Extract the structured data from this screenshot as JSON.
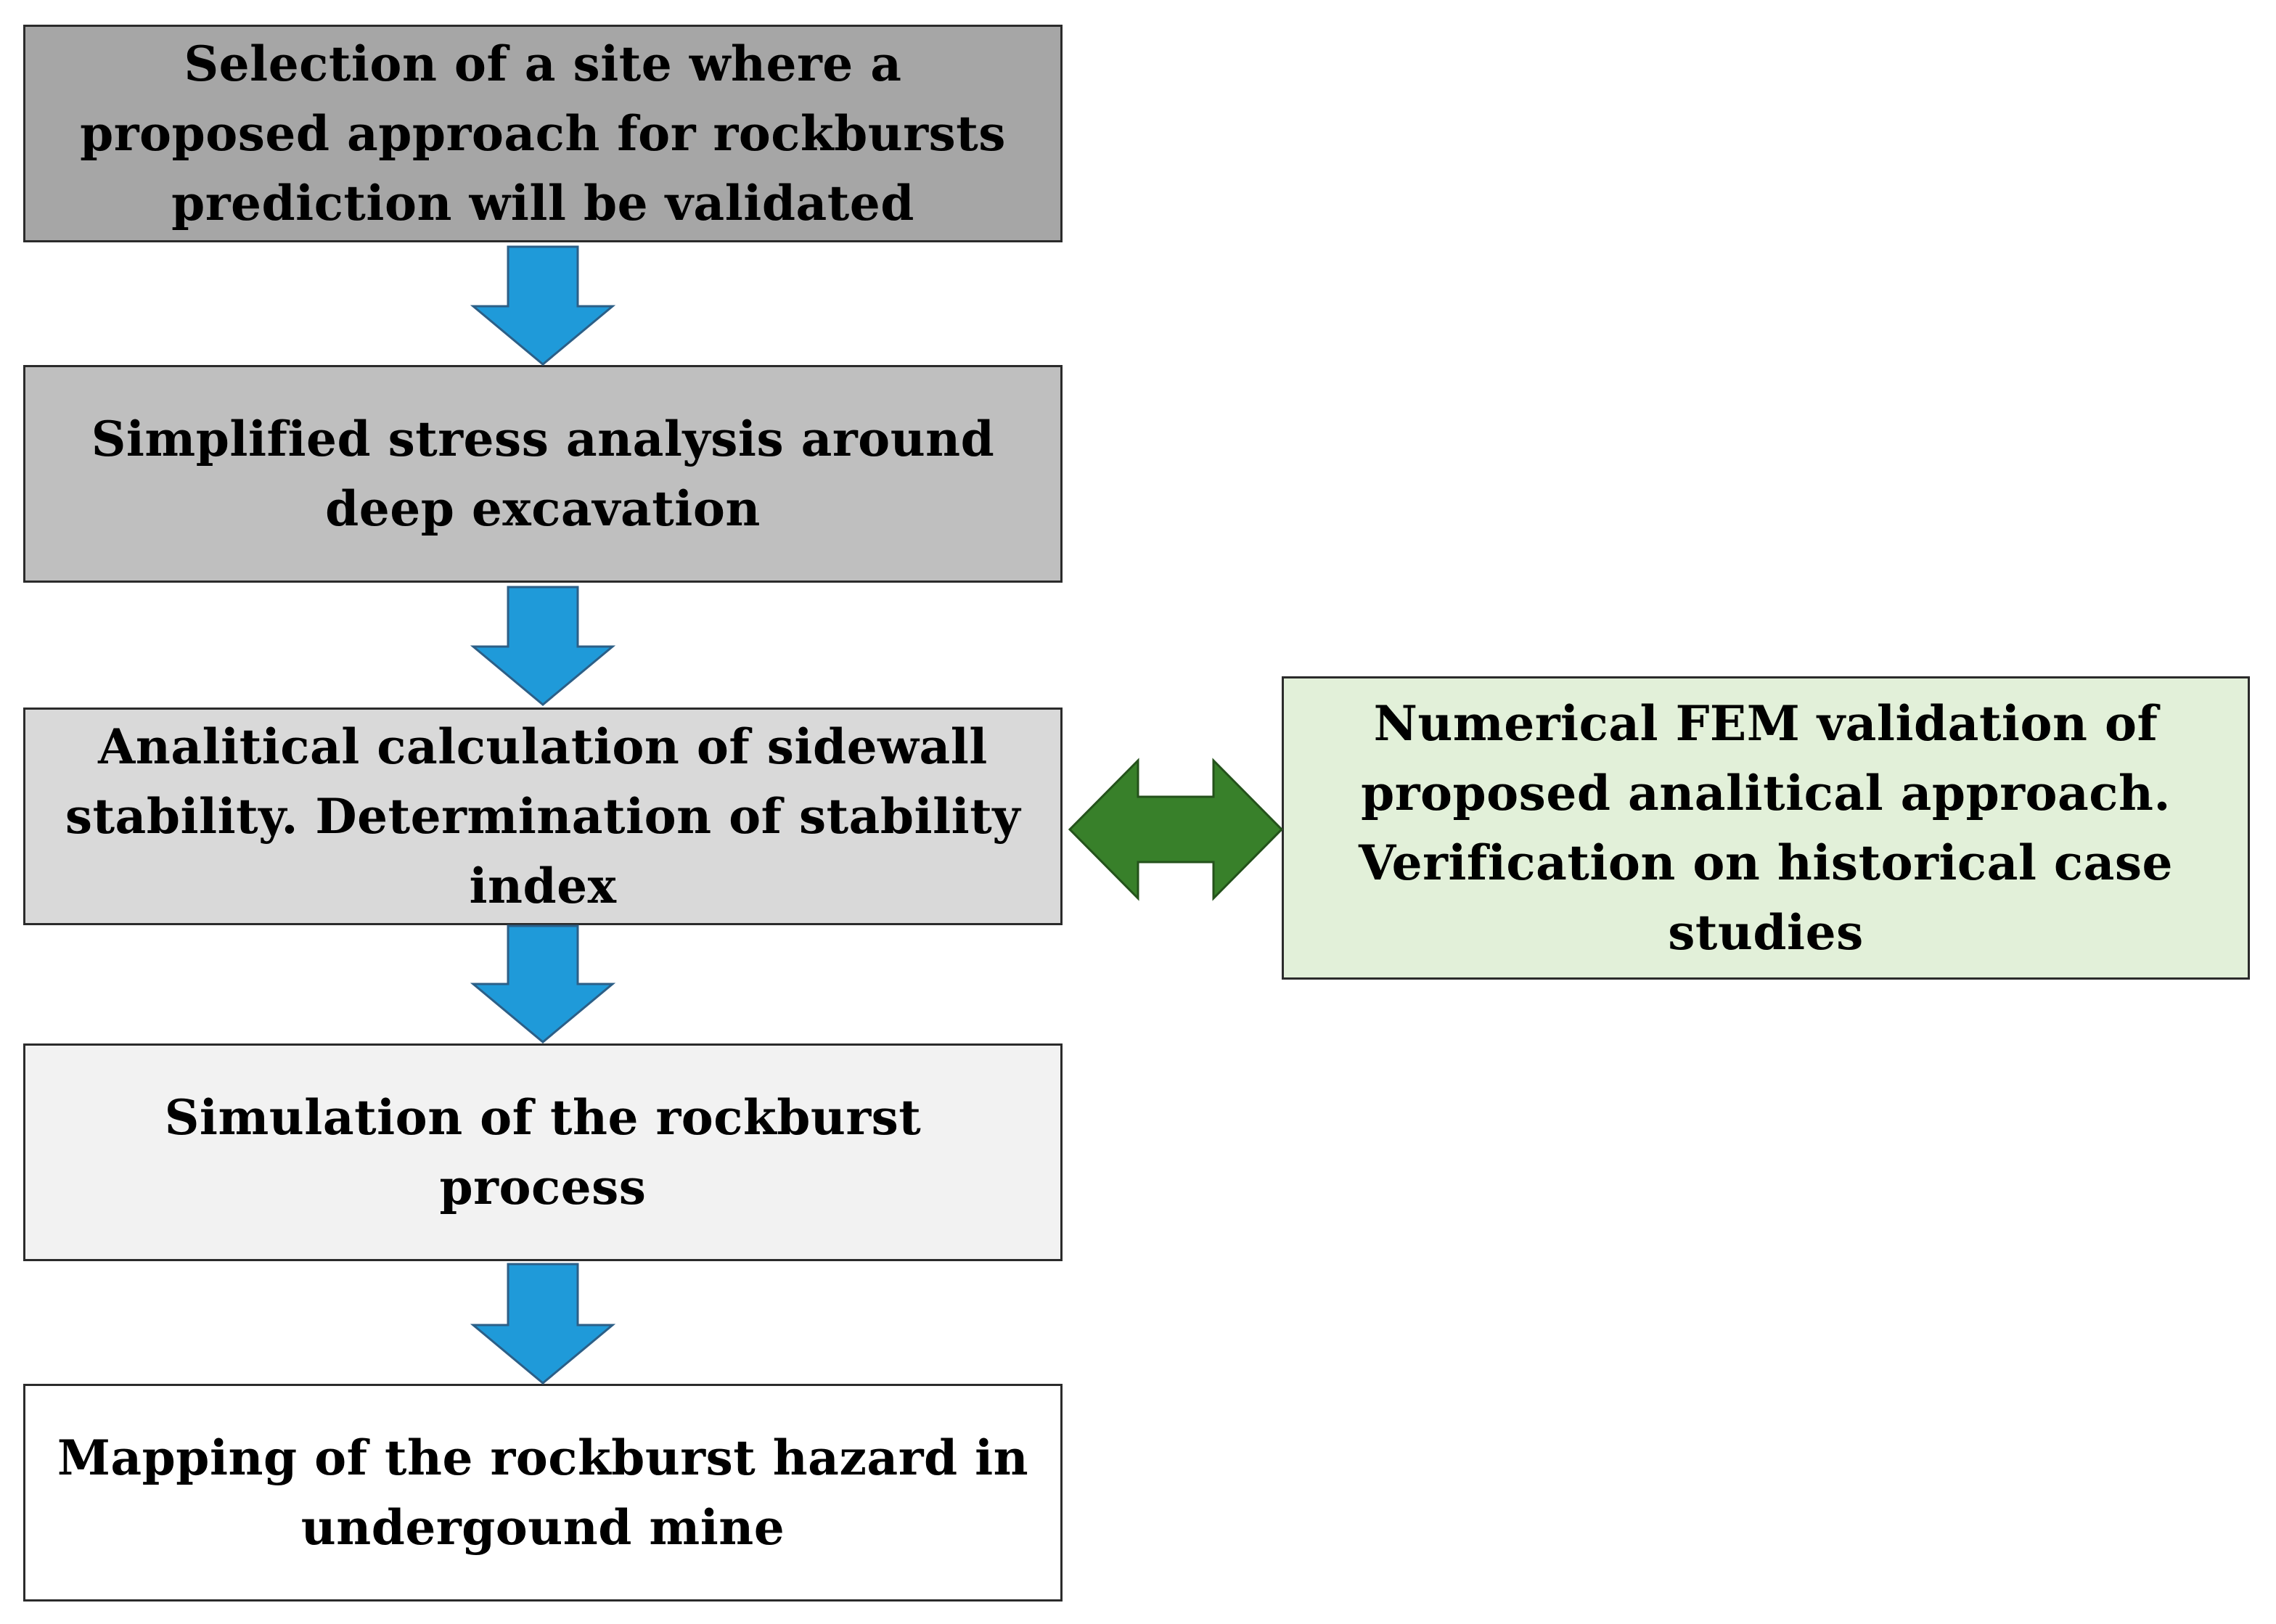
{
  "flowchart": {
    "steps": [
      {
        "label": "Selection of a site where a proposed approach for rockbursts prediction will be validated",
        "fill": "#a6a6a6"
      },
      {
        "label": "Simplified stress analysis around deep excavation",
        "fill": "#bfbfbf"
      },
      {
        "label": "Analitical calculation of sidewall stability. Determination of stability index",
        "fill": "#d9d9d9"
      },
      {
        "label": "Simulation of the rockburst process",
        "fill": "#f2f2f2"
      },
      {
        "label": "Mapping of the rockburst hazard in undergound mine",
        "fill": "#ffffff"
      }
    ],
    "side_box": {
      "label": "Numerical FEM validation of proposed analitical approach. Verification on historical case studies",
      "fill": "#e2f0d9"
    },
    "colors": {
      "down_arrow": "#1f9ad9",
      "double_arrow": "#38802a"
    }
  }
}
